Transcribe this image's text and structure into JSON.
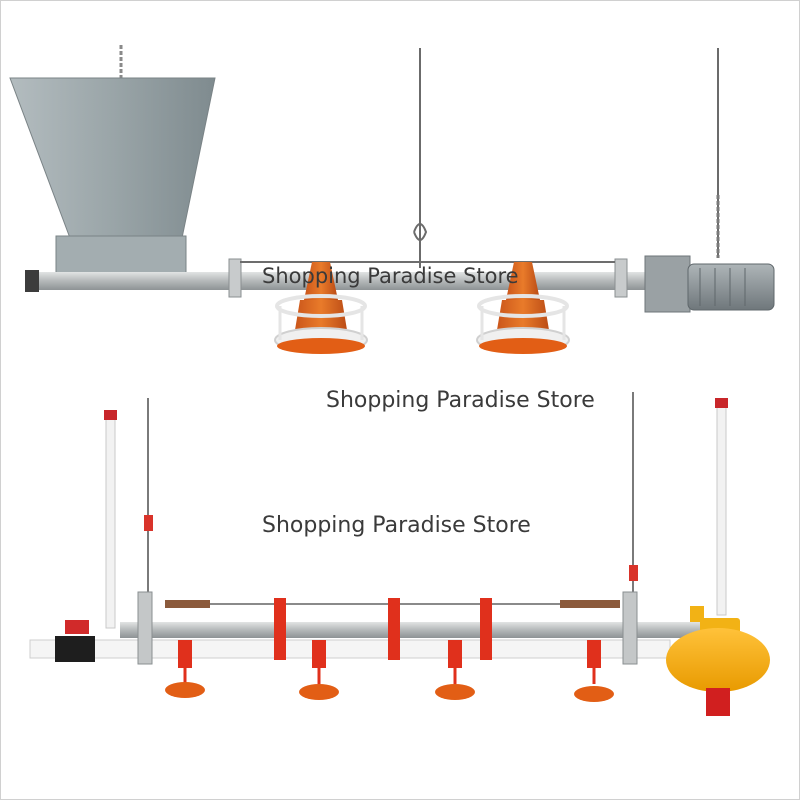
{
  "watermarks": [
    "Shopping Paradise Store",
    "Shopping Paradise Store",
    "Shopping Paradise Store"
  ],
  "colors": {
    "hopper": "#9aa5a8",
    "pipe_gray": "#b9bcbc",
    "pan_orange": "#e06a1c",
    "drinker_red": "#e0301c",
    "regulator_yellow": "#f6a800",
    "motor_gray": "#8f969a"
  }
}
